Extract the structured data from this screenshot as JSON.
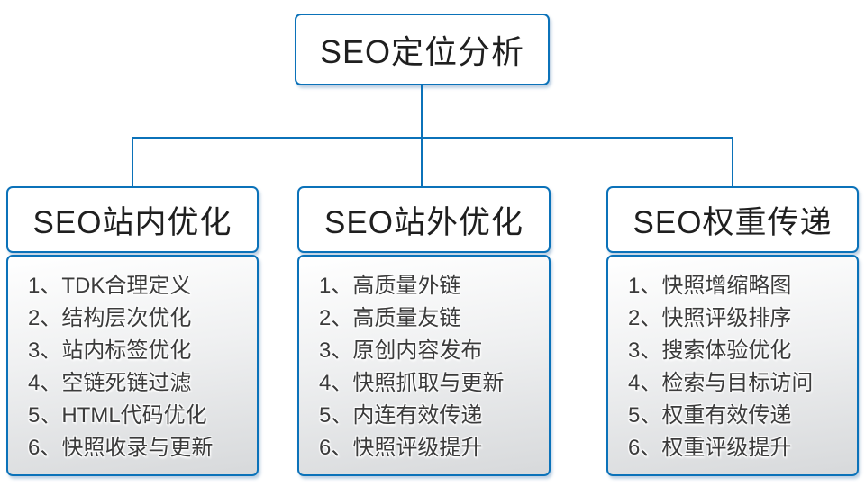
{
  "title": "SEO定位分析",
  "branches": [
    {
      "title": "SEO站内优化",
      "items": [
        "1、TDK合理定义",
        "2、结构层次优化",
        "3、站内标签优化",
        "4、空链死链过滤",
        "5、HTML代码优化",
        "6、快照收录与更新"
      ]
    },
    {
      "title": "SEO站外优化",
      "items": [
        "1、高质量外链",
        "2、高质量友链",
        "3、原创内容发布",
        "4、快照抓取与更新",
        "5、内连有效传递",
        "6、快照评级提升"
      ]
    },
    {
      "title": "SEO权重传递",
      "items": [
        "1、快照增缩略图",
        "2、快照评级排序",
        "3、搜索体验优化",
        "4、检索与目标访问",
        "5、权重有效传递",
        "6、权重评级提升"
      ]
    }
  ],
  "colors": {
    "line": "#0b72b9",
    "box_fill": "#ffffff",
    "list_gradient_top": "#ffffff",
    "list_gradient_bottom": "#d7d9db",
    "text": "#1f1f1f"
  }
}
